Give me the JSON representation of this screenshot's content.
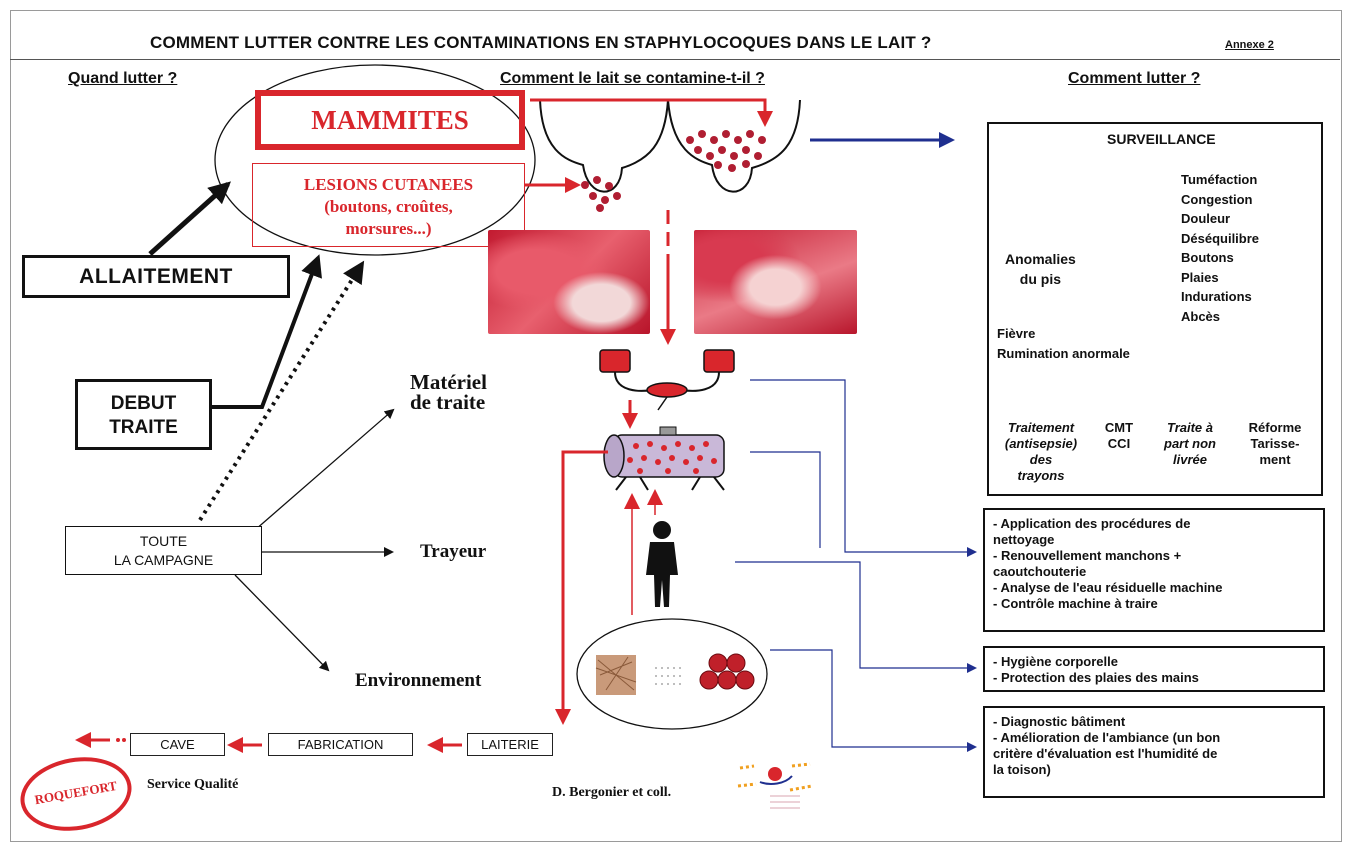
{
  "title": "COMMENT LUTTER CONTRE LES CONTAMINATIONS EN STAPHYLOCOQUES DANS LE LAIT ?",
  "annexe": "Annexe 2",
  "columns": {
    "quand": "Quand  lutter ?",
    "comment_contamine": "Comment le lait se contamine-t-il ?",
    "comment_lutter": "Comment lutter ?"
  },
  "sources": {
    "mammites": "MAMMITES",
    "lesions_line1": "LESIONS CUTANEES",
    "lesions_line2": "(boutons, croûtes,",
    "lesions_line3": "morsures...)"
  },
  "when": {
    "allaitement": "ALLAITEMENT",
    "debut_line1": "DEBUT",
    "debut_line2": "TRAITE",
    "campagne_line1": "TOUTE",
    "campagne_line2": "LA CAMPAGNE"
  },
  "vectors": {
    "materiel_line1": "Matériel",
    "materiel_line2": "de traite",
    "trayeur": "Trayeur",
    "environnement": "Environnement"
  },
  "chain": [
    "CAVE",
    "FABRICATION",
    "LAITERIE"
  ],
  "surveillance": {
    "header": "SURVEILLANCE",
    "anomalies_line1": "Anomalies",
    "anomalies_line2": "du pis",
    "symptoms": [
      "Tuméfaction",
      "Congestion",
      "Douleur",
      "Déséquilibre",
      "Boutons",
      "Plaies",
      "Indurations",
      "Abcès"
    ],
    "fievre": "Fièvre",
    "rumination": "Rumination anormale",
    "actions": [
      {
        "lines": [
          "Traitement",
          "(antisepsie)",
          "des",
          "trayons"
        ],
        "color": "#2e8b3a",
        "italic": true
      },
      {
        "lines": [
          "CMT",
          "CCI"
        ],
        "color": "#8a2a8a",
        "italic": false
      },
      {
        "lines": [
          "Traite à",
          "part non",
          "livrée"
        ],
        "color": "#e0207a",
        "italic": true
      },
      {
        "lines": [
          "Réforme",
          "Tarisse-",
          "ment"
        ],
        "color": "#e8413a",
        "italic": false
      }
    ]
  },
  "boxes": {
    "materiel": [
      "- Application des procédures de",
      "nettoyage",
      "- Renouvellement manchons +",
      "caoutchouterie",
      "- Analyse de l'eau résiduelle machine",
      "- Contrôle machine à traire"
    ],
    "trayeur": [
      "- Hygiène corporelle",
      "- Protection des plaies des mains"
    ],
    "environnement": [
      "- Diagnostic bâtiment",
      "- Amélioration de l'ambiance (un bon",
      "critère d'évaluation est l'humidité de",
      "la toison)"
    ]
  },
  "footer": {
    "logo_text": "ROQUEFORT",
    "service": "Service Qualité",
    "credit": "D. Bergonier et coll."
  },
  "colors": {
    "red": "#d9262c",
    "blue": "#1f2f8f",
    "ink": "#111111"
  }
}
